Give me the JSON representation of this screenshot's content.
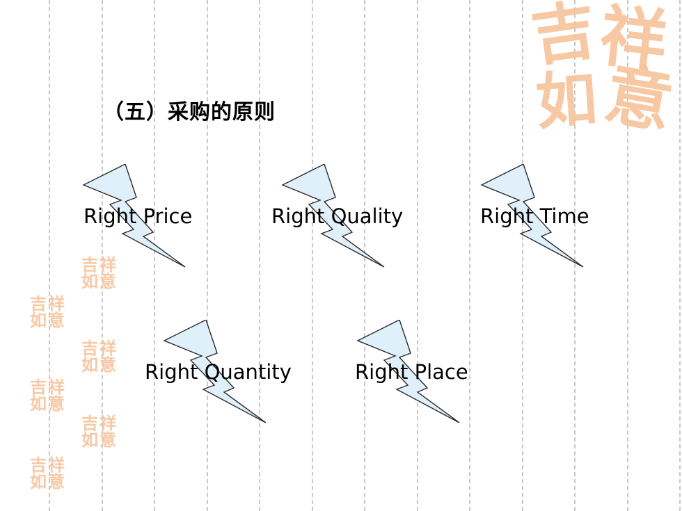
{
  "slide": {
    "title": "（五）采购的原则"
  },
  "principles": [
    {
      "label": "Right Price"
    },
    {
      "label": "Right Quality"
    },
    {
      "label": "Right Time"
    },
    {
      "label": "Right Quantity"
    },
    {
      "label": "Right Place"
    }
  ],
  "seal": {
    "text": "吉祥如意",
    "chars": [
      "吉",
      "祥",
      "如",
      "意"
    ]
  },
  "colors": {
    "seal": "#f7c39b",
    "bolt_fill": "#dff0fb",
    "bolt_stroke": "#2b2b2b",
    "grid": "#c8c8c8"
  }
}
